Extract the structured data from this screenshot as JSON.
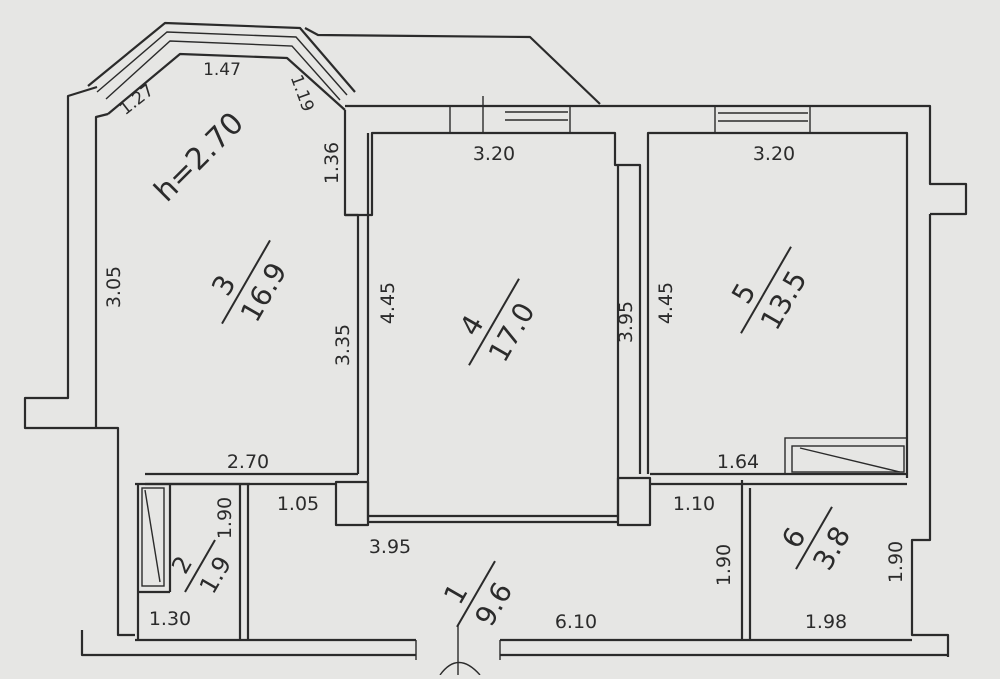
{
  "plan": {
    "ceiling_height": "h=2.70",
    "rooms": [
      {
        "id": "3",
        "number": "3",
        "area": "16.9"
      },
      {
        "id": "4",
        "number": "4",
        "area": "17.0"
      },
      {
        "id": "5",
        "number": "5",
        "area": "13.5"
      },
      {
        "id": "1",
        "number": "1",
        "area": "9.6"
      },
      {
        "id": "2",
        "number": "2",
        "area": "1.9"
      },
      {
        "id": "6",
        "number": "6",
        "area": "3.8"
      }
    ],
    "dimensions": {
      "bay_left": "1.27",
      "bay_top": "1.47",
      "bay_right": "1.19",
      "r3_right_upper": "1.36",
      "r3_left": "3.05",
      "r3_right_lower": "3.35",
      "r3_bottom": "2.70",
      "r4_top": "3.20",
      "r4_left": "4.45",
      "r4_right": "3.95",
      "r4_bottom": "3.95",
      "r5_top": "3.20",
      "r5_left": "4.45",
      "r5_bottom": "1.64",
      "r1_left_top": "1.05",
      "r1_right_top": "1.10",
      "r1_right": "1.90",
      "r1_bottom": "6.10",
      "r2_right": "1.90",
      "r2_bottom": "1.30",
      "r6_right": "1.90",
      "r6_bottom": "1.98"
    }
  }
}
